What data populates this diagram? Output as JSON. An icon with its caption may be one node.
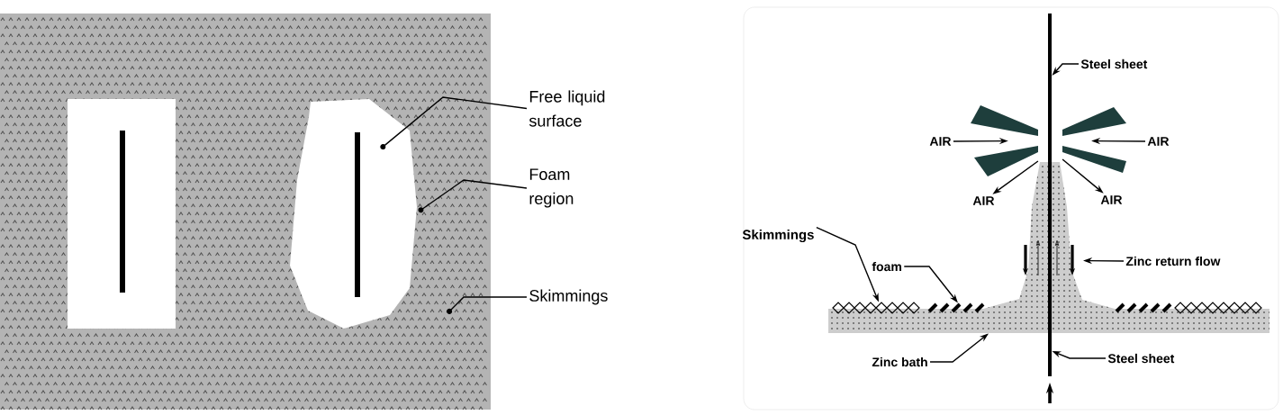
{
  "diagram": {
    "nodes": [
      {
        "text": [
          "Free liquid surface"
        ]
      },
      {
        "text": [
          "Foam region"
        ]
      },
      {
        "text": [
          "Skimmings"
        ]
      },
      {
        "text": [
          "Steel sheet"
        ]
      },
      {
        "text": [
          "AIR"
        ]
      },
      {
        "text": [
          "AIR"
        ]
      },
      {
        "text": [
          "AIR"
        ]
      },
      {
        "text": [
          "AIR"
        ]
      },
      {
        "text": [
          "Skimmings"
        ]
      },
      {
        "text": [
          "foam"
        ]
      },
      {
        "text": [
          "Zinc return flow"
        ]
      },
      {
        "text": [
          "Zinc bath"
        ]
      },
      {
        "text": [
          "Steel sheet"
        ]
      },
      {
        "text": [],
        "shape": "bath"
      },
      {
        "text": [],
        "shape": "bar"
      },
      {
        "text": [],
        "shape": "nozzle"
      },
      {
        "text": [],
        "shape": "nozzle"
      },
      {
        "text": [],
        "shape": "nozzle"
      },
      {
        "text": [],
        "shape": "nozzle"
      },
      {
        "text": [],
        "shape": "zigzag"
      },
      {
        "text": [],
        "shape": "hatch"
      },
      {
        "text": [],
        "shape": "hatch"
      },
      {
        "text": [],
        "shape": "zigzag"
      }
    ],
    "edges": [
      {
        "from": 0,
        "to": null,
        "arrow": "to"
      },
      {
        "from": 1,
        "to": null,
        "arrow": "to"
      },
      {
        "from": 2,
        "to": null,
        "arrow": "to"
      },
      {
        "from": 3,
        "to": 14,
        "arrow": "to"
      },
      {
        "from": 4,
        "to": 16,
        "arrow": "to"
      },
      {
        "from": 5,
        "to": 18,
        "arrow": "to"
      },
      {
        "from": 16,
        "to": 6,
        "arrow": "to"
      },
      {
        "from": 18,
        "to": 7,
        "arrow": "to"
      },
      {
        "from": 8,
        "to": 19,
        "arrow": "to"
      },
      {
        "from": 9,
        "to": 20,
        "arrow": "to"
      },
      {
        "from": 10,
        "to": 13,
        "arrow": "to"
      },
      {
        "from": 11,
        "to": 13,
        "arrow": "to"
      },
      {
        "from": 12,
        "to": 14,
        "arrow": "to"
      }
    ]
  }
}
